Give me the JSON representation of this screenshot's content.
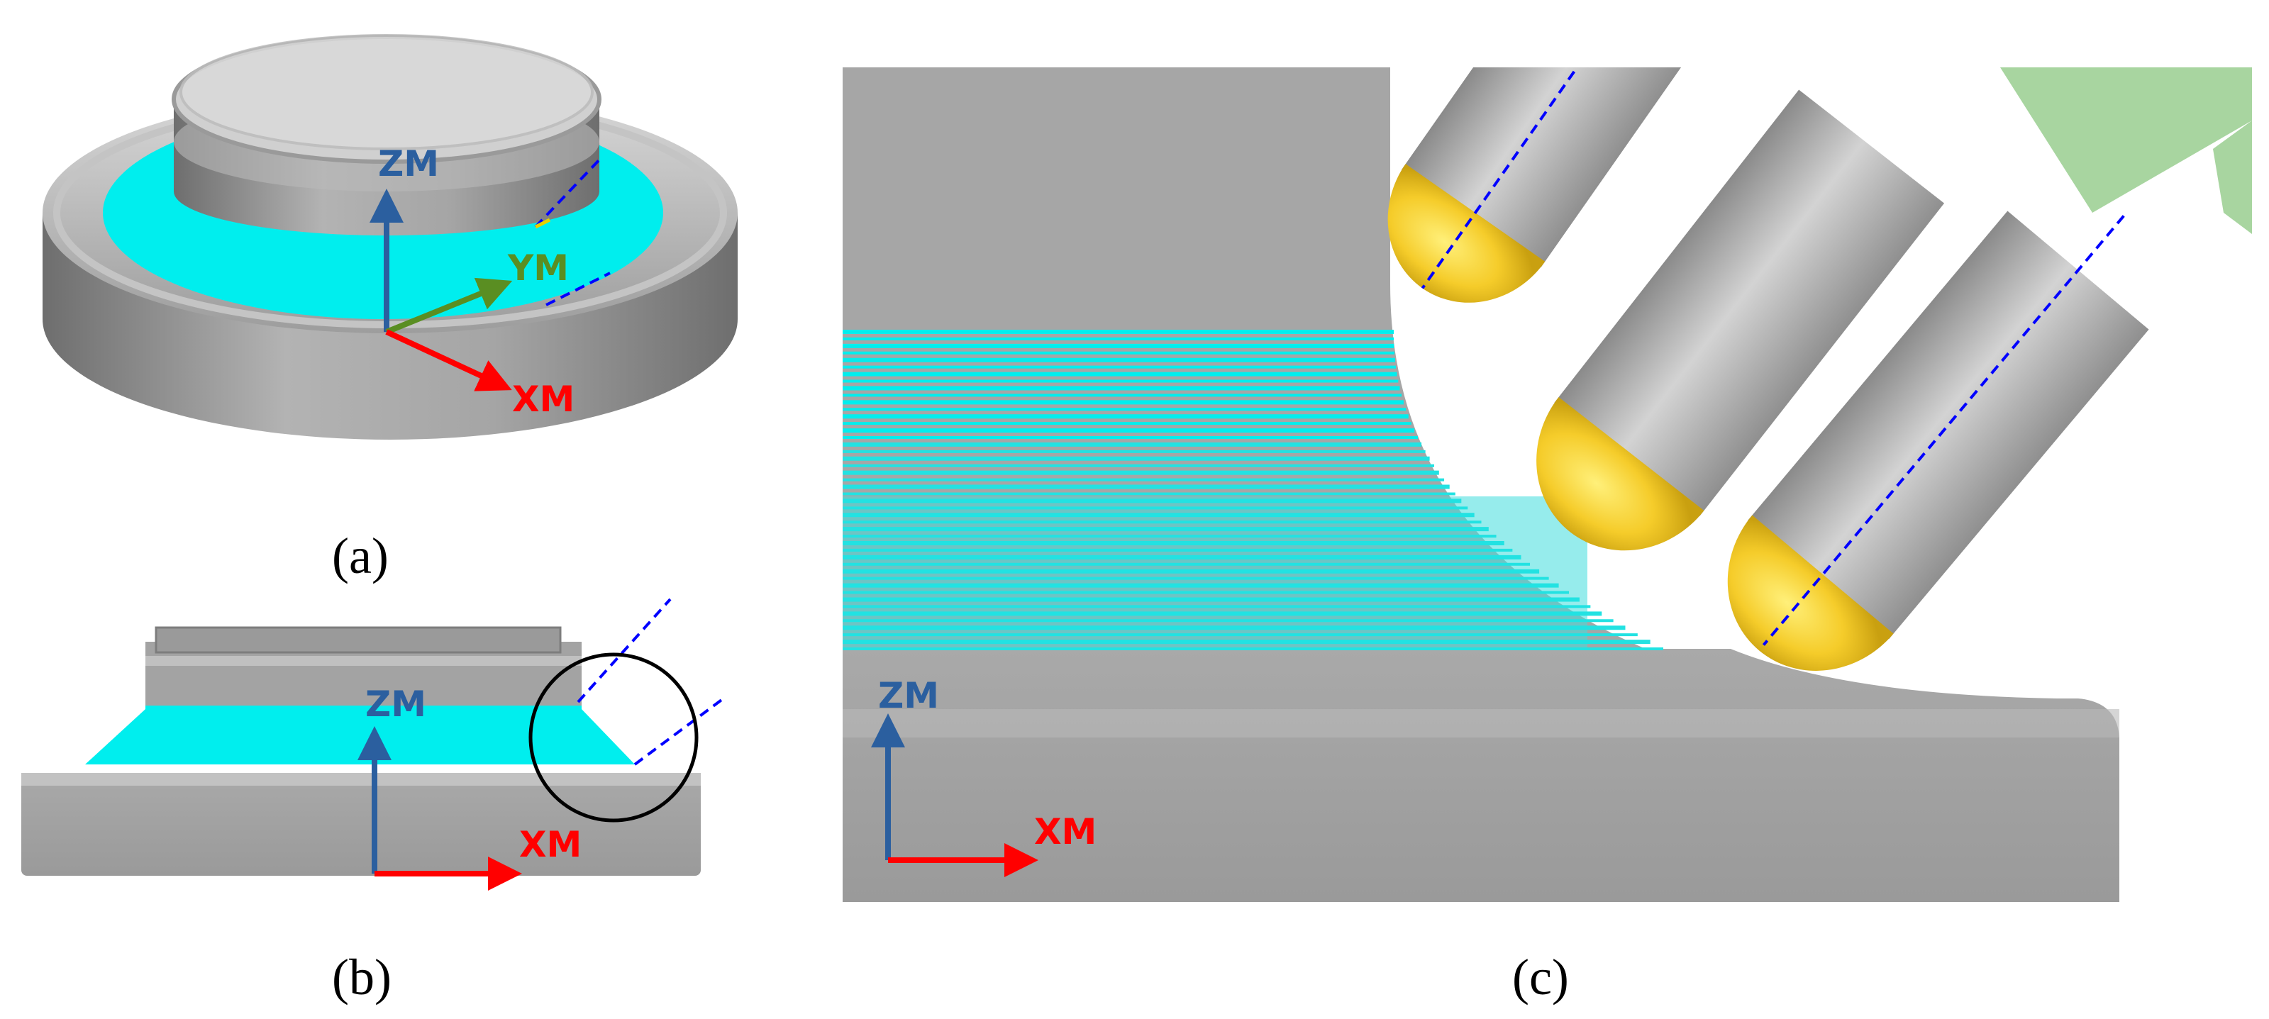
{
  "colors": {
    "metal": "#9f9f9f",
    "metal_light": "#c9c9c9",
    "metal_dark": "#6f6f6f",
    "toolpath": "#00f0f0",
    "tool_ball": "#f5cc2a",
    "tool_holder": "#a9a9a9",
    "holder_green": "#a8d5a0",
    "axis_z": "#2b5f9f",
    "axis_x": "#ff0000",
    "axis_y": "#5a8e22",
    "tool_axis_line": "#0000ff",
    "highlight_circle": "#000000"
  },
  "panel_a": {
    "axis_z_label": "ZM",
    "axis_y_label": "YM",
    "axis_x_label": "XM",
    "caption": "(a)"
  },
  "panel_b": {
    "axis_z_label": "ZM",
    "axis_x_label": "XM",
    "caption": "(b)"
  },
  "panel_c": {
    "axis_z_label": "ZM",
    "axis_x_label": "XM",
    "caption": "(c)"
  }
}
